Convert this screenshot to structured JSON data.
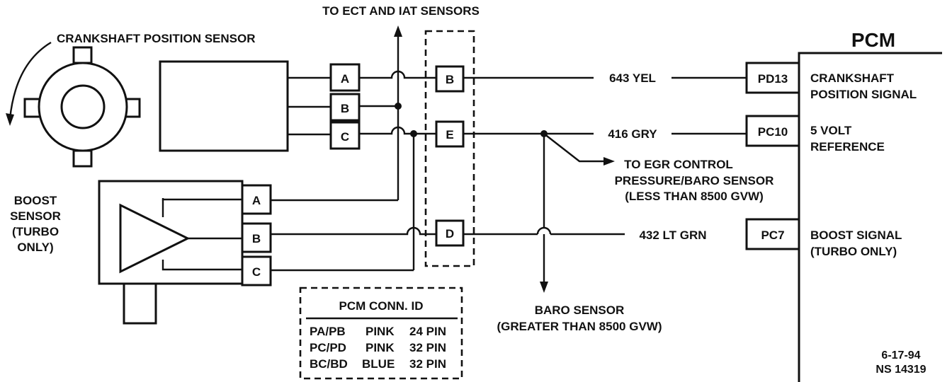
{
  "labels": {
    "to_ect_iat": "TO ECT AND IAT SENSORS",
    "crankshaft_sensor": "CRANKSHAFT POSITION SENSOR",
    "pcm": "PCM",
    "boost_sensor": [
      "BOOST",
      "SENSOR",
      "(TURBO",
      "ONLY)"
    ],
    "to_egr": [
      "TO EGR CONTROL",
      "PRESSURE/BARO SENSOR",
      "(LESS THAN 8500 GVW)"
    ],
    "baro_sensor": [
      "BARO SENSOR",
      "(GREATER THAN 8500 GVW)"
    ],
    "footer": [
      "6-17-94",
      "NS 14319"
    ]
  },
  "crank_pins": [
    "A",
    "B",
    "C"
  ],
  "boost_pins": [
    "A",
    "B",
    "C"
  ],
  "inline_connector_pins": [
    "B",
    "E",
    "D"
  ],
  "wires": [
    {
      "circuit": "643 YEL",
      "pcm_pin": "PD13",
      "function": [
        "CRANKSHAFT",
        "POSITION SIGNAL"
      ]
    },
    {
      "circuit": "416 GRY",
      "pcm_pin": "PC10",
      "function": [
        "5 VOLT",
        "REFERENCE"
      ]
    },
    {
      "circuit": "432 LT GRN",
      "pcm_pin": "PC7",
      "function": [
        "BOOST SIGNAL",
        "(TURBO ONLY)"
      ]
    }
  ],
  "pcm_conn_id": {
    "title": "PCM CONN. ID",
    "rows": [
      [
        "PA/PB",
        "PINK",
        "24 PIN"
      ],
      [
        "PC/PD",
        "PINK",
        "32 PIN"
      ],
      [
        "BC/BD",
        "BLUE",
        "32 PIN"
      ]
    ]
  }
}
